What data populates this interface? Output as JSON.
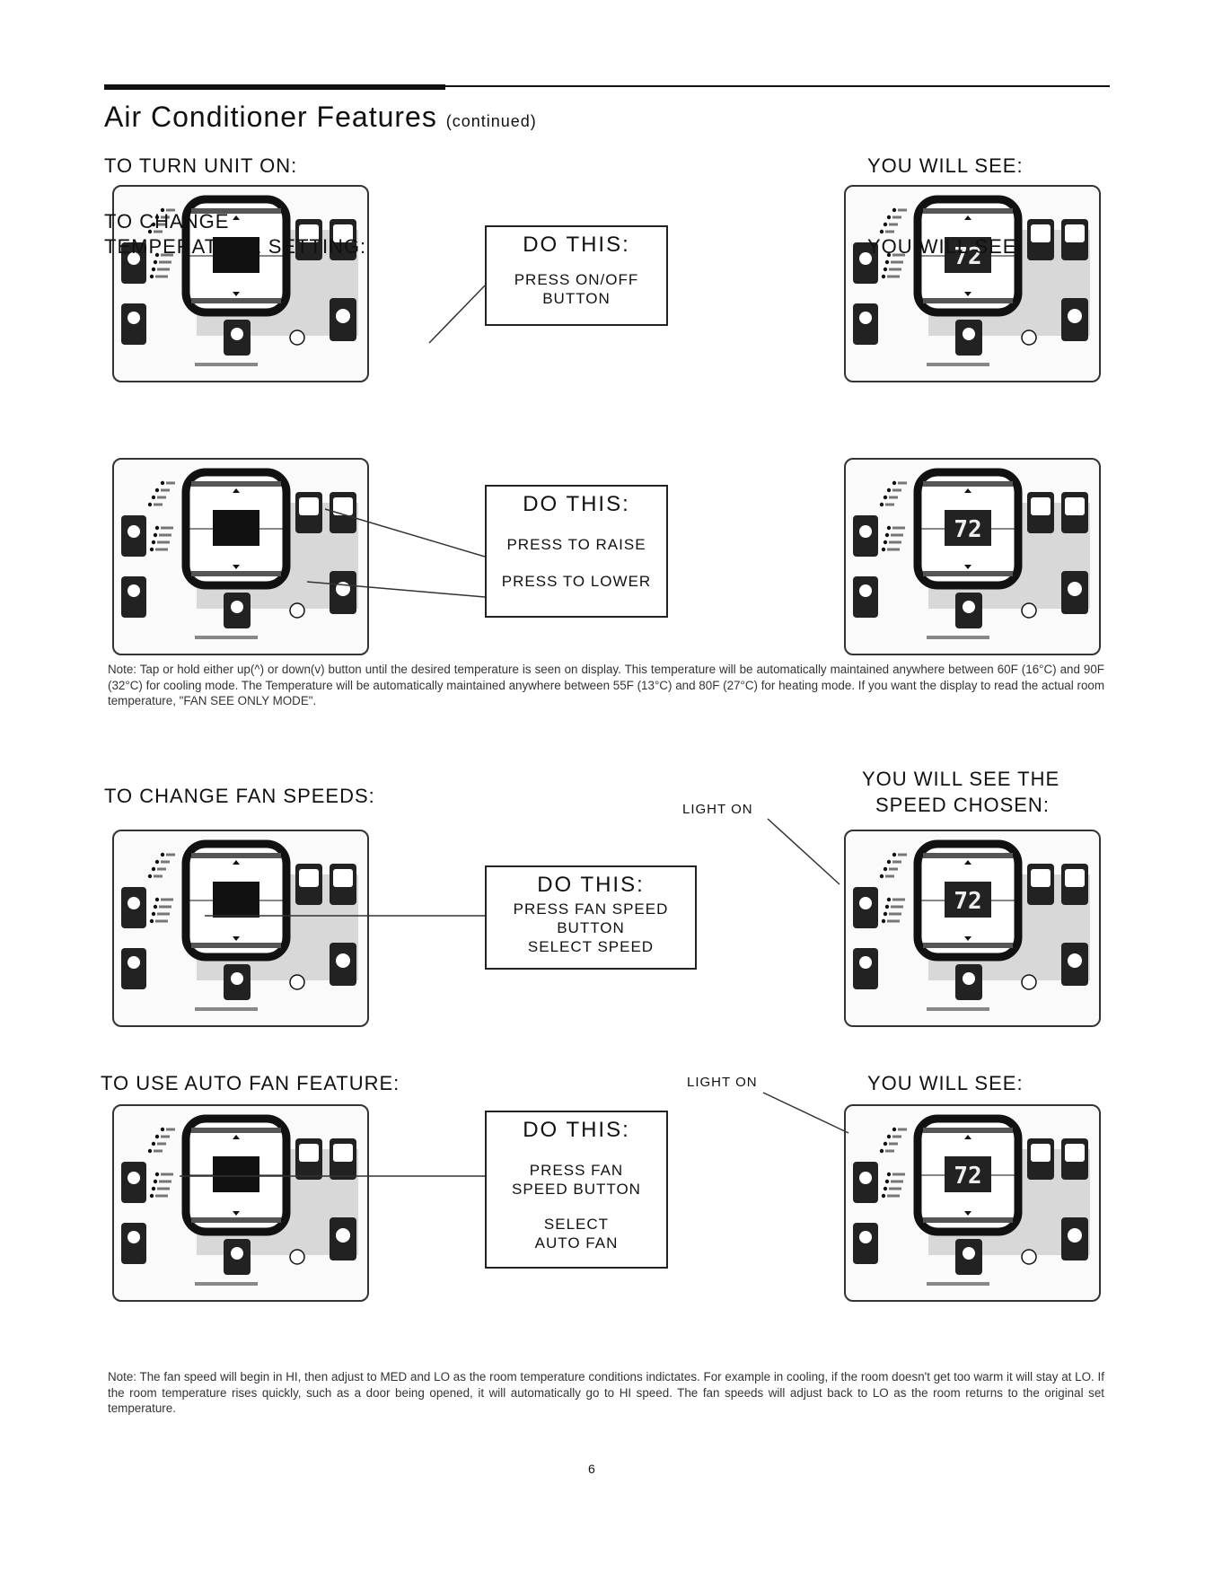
{
  "page": {
    "title": "Air Conditioner Features",
    "title_suffix": "(continued)",
    "page_number": "6"
  },
  "sections": [
    {
      "heading_line1": "TO TURN UNIT ON:",
      "heading_line2": "",
      "you_will_see": "YOU WILL SEE:",
      "you_will_see_line2": "",
      "do_this": "DO THIS:",
      "instructions": [
        "PRESS ON/OFF",
        "BUTTON"
      ],
      "light_on": ""
    },
    {
      "heading_line1": "TO CHANGE",
      "heading_line2": "TEMPERATURE SETTING:",
      "you_will_see": "YOU WILL SEE:",
      "you_will_see_line2": "",
      "do_this": "DO THIS:",
      "instructions": [
        "PRESS TO RAISE",
        "PRESS TO LOWER"
      ],
      "light_on": ""
    },
    {
      "heading_line1": "TO CHANGE FAN SPEEDS:",
      "heading_line2": "",
      "you_will_see": "YOU WILL SEE THE",
      "you_will_see_line2": "SPEED CHOSEN:",
      "do_this": "DO THIS:",
      "instructions": [
        "PRESS FAN SPEED",
        "BUTTON",
        "SELECT SPEED"
      ],
      "light_on": "LIGHT ON"
    },
    {
      "heading_line1": "TO USE AUTO FAN FEATURE:",
      "heading_line2": "",
      "you_will_see": "YOU WILL SEE:",
      "you_will_see_line2": "",
      "do_this": "DO THIS:",
      "instructions": [
        "PRESS FAN",
        "SPEED BUTTON",
        "SELECT",
        "AUTO FAN"
      ],
      "light_on": "LIGHT ON"
    }
  ],
  "display_reading": "72",
  "notes": [
    "Note: Tap or hold either up(^) or down(v) button until the desired temperature is seen on display. This temperature will be automatically maintained anywhere between 60F (16°C) and 90F (32°C) for cooling mode. The Temperature will be automatically maintained anywhere between 55F (13°C) and 80F (27°C) for heating mode. If you want the display to read the actual room temperature, \"FAN SEE ONLY MODE\".",
    "Note: The fan speed will begin in HI, then adjust to MED and LO as the room temperature conditions indictates. For example in cooling, if the room doesn't get too warm it will stay at LO. If the room temperature rises quickly, such as a door being opened, it will automatically go to HI speed. The fan speeds will adjust back to LO as the room returns to the original set temperature."
  ]
}
